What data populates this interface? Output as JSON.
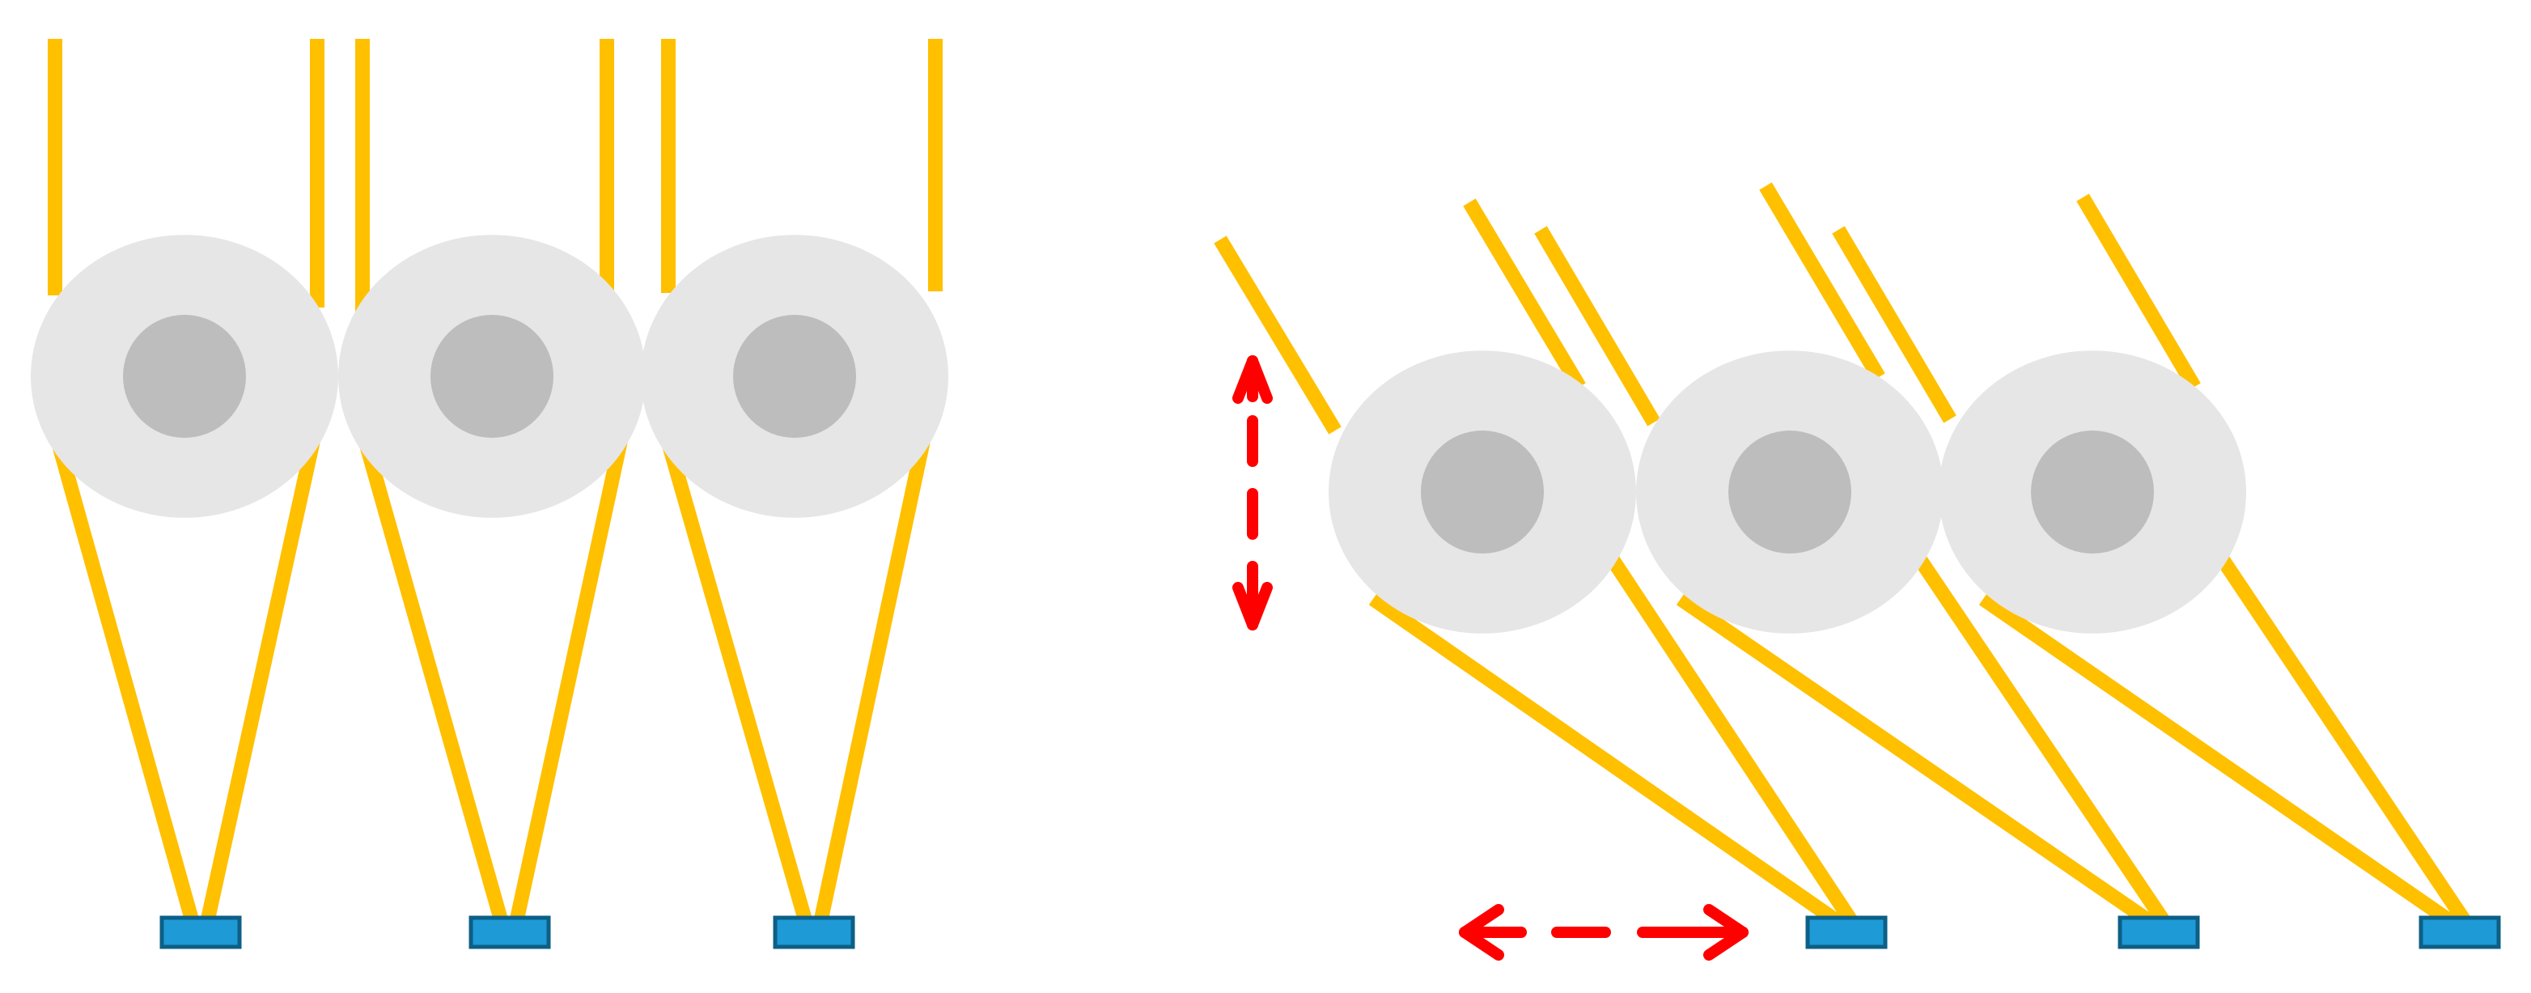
{
  "colors": {
    "background": "#ffffff",
    "string": "#FFC000",
    "outer_disc": "#E6E6E6",
    "inner_disc": "#BDBDBD",
    "anchor_fill": "#1E9AD6",
    "anchor_stroke": "#0D5F86",
    "arrow": "#FF0000"
  },
  "panels": [
    {
      "name": "vertical-configuration",
      "units": 3,
      "icons": [
        "pulley-disc",
        "string",
        "base-anchor"
      ]
    },
    {
      "name": "tilted-configuration",
      "units": 3,
      "icons": [
        "pulley-disc",
        "string",
        "base-anchor",
        "vertical-double-arrow",
        "horizontal-double-arrow"
      ]
    }
  ]
}
